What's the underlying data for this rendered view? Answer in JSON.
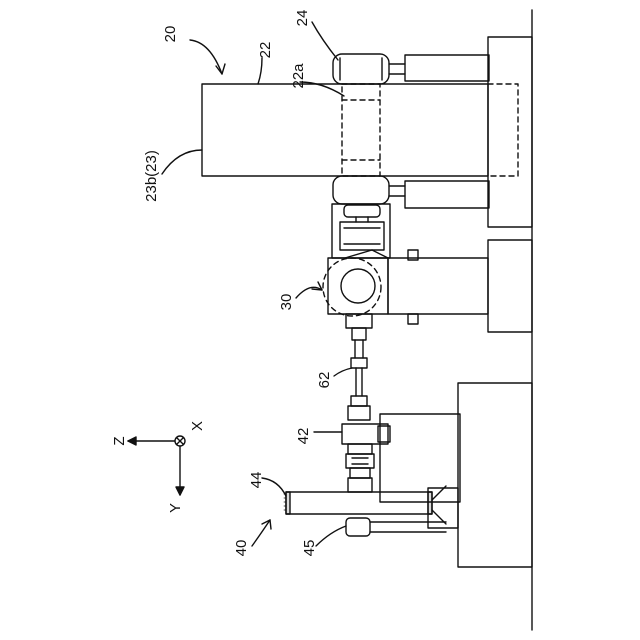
{
  "labels": {
    "device": "20",
    "part_22": "22",
    "part_22a": "22a",
    "part_23b": "23b(23)",
    "part_24": "24",
    "part_30": "30",
    "part_62": "62",
    "part_42": "42",
    "part_44": "44",
    "part_40": "40",
    "part_45": "45"
  },
  "axes": {
    "z": "Z",
    "x": "X",
    "y": "Y"
  }
}
